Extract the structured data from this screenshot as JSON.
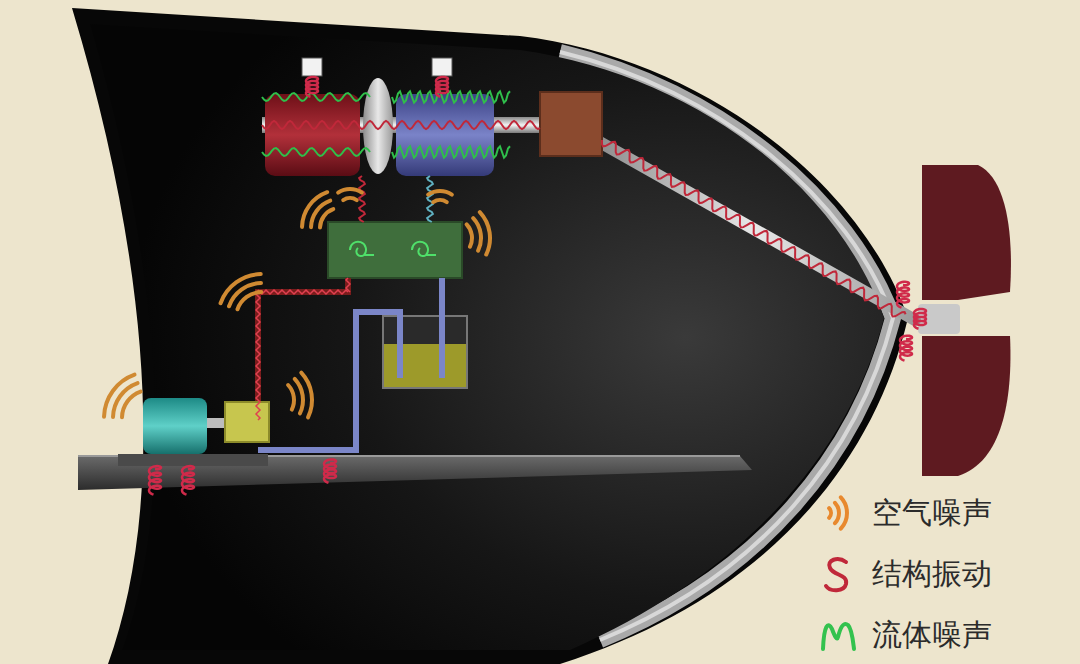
{
  "diagram": {
    "legend": [
      {
        "text": "空气噪声"
      },
      {
        "text": "结构振动"
      },
      {
        "text": "流体噪声"
      }
    ]
  }
}
